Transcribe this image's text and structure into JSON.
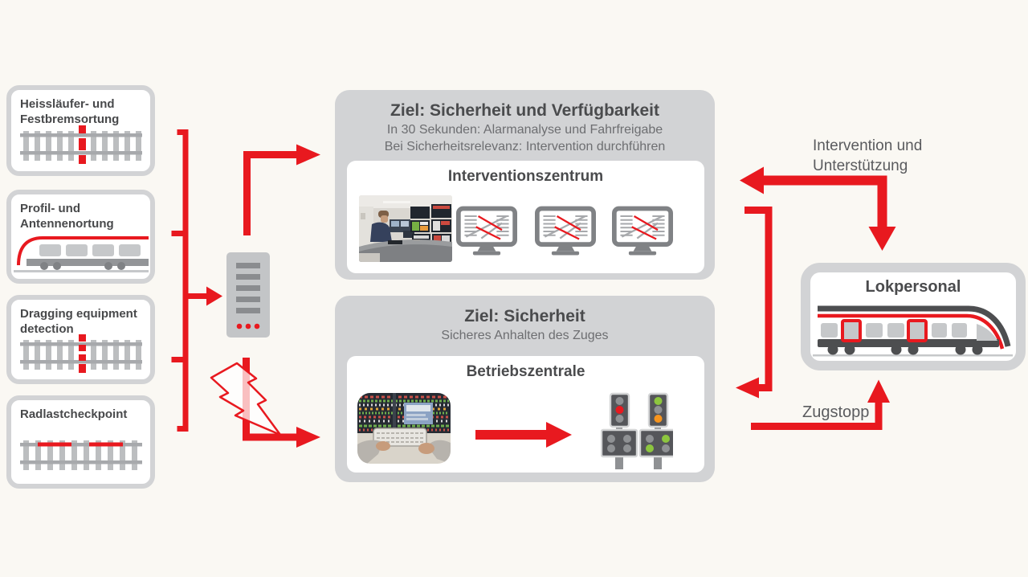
{
  "colors": {
    "accent_red": "#e8191f",
    "box_gray": "#d2d3d5",
    "icon_gray": "#939598",
    "dark_text": "#4a4b4d",
    "sub_text": "#6d6e71",
    "background": "#faf8f3"
  },
  "sensors": [
    {
      "label": "Heissläufer- und Festbremsortung",
      "icon": "track-hotbox-detector-icon"
    },
    {
      "label": "Profil- und Antennenortung",
      "icon": "train-profile-detector-icon"
    },
    {
      "label": "Dragging equipment detection",
      "icon": "track-dragging-detector-icon"
    },
    {
      "label": "Radlastcheckpoint",
      "icon": "track-wheel-load-checkpoint-icon"
    }
  ],
  "server": {
    "icon": "server-icon"
  },
  "goal_top": {
    "title": "Ziel: Sicherheit und Verfügbarkeit",
    "subtitle_line1": "In 30 Sekunden: Alarmanalyse und Fahrfreigabe",
    "subtitle_line2": "Bei Sicherheitsrelevanz: Intervention durchführen",
    "inner_title": "Interventionszentrum",
    "photo": "control-room-photo",
    "monitor_icon": "monitor-track-diagram-icon",
    "monitor_count": 3
  },
  "goal_bottom": {
    "title": "Ziel: Sicherheit",
    "subtitle_line1": "Sicheres Anhalten des Zuges",
    "inner_title": "Betriebszentrale",
    "photo": "operator-keyboard-photo",
    "signal_icon": "railway-signal-icon",
    "signal_count": 2
  },
  "lokpersonal": {
    "title": "Lokpersonal",
    "icon": "train-icon"
  },
  "labels": {
    "intervention_line1": "Intervention und",
    "intervention_line2": "Unterstützung",
    "zugstopp": "Zugstopp"
  }
}
